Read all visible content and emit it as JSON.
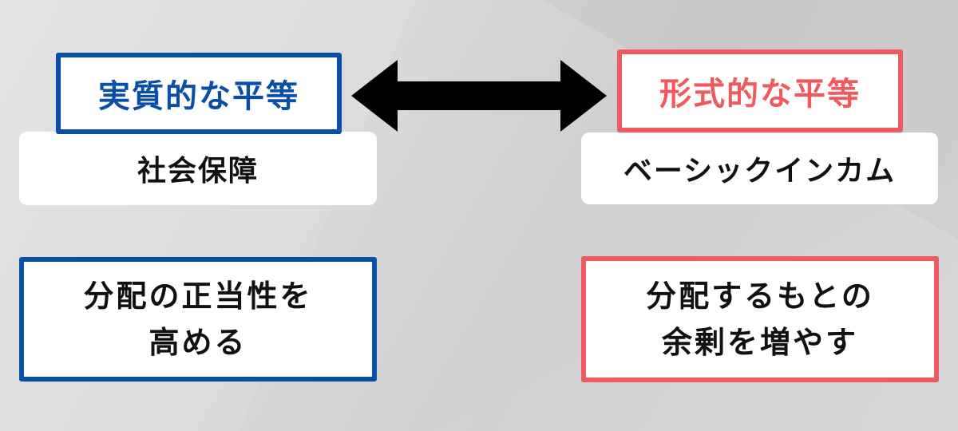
{
  "colors": {
    "left_accent": "#0a4ea8",
    "right_accent": "#f05a5f",
    "arrow": "#000000",
    "box_fill": "#ffffff",
    "text": "#111111"
  },
  "left": {
    "title": "実質的な平等",
    "label": "社会保障",
    "desc_line1": "分配の正当性を",
    "desc_line2": "高める"
  },
  "right": {
    "title": "形式的な平等",
    "label": "ベーシックインカム",
    "desc_line1": "分配するもとの",
    "desc_line2": "余剰を増やす"
  },
  "connector": {
    "icon": "double-headed-arrow-icon"
  }
}
